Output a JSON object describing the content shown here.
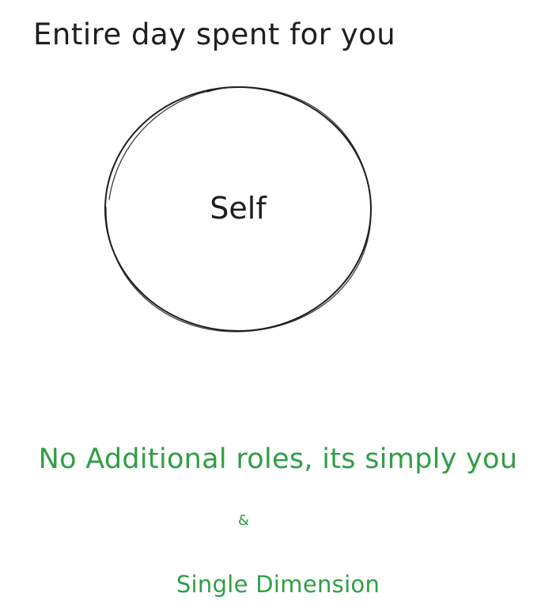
{
  "title": "Entire day spent for you",
  "circle": {
    "label": "Self",
    "stroke_color": "#1e1e1e"
  },
  "notes": {
    "main": "No Additional roles, its simply you",
    "separator": "&",
    "sub": "Single Dimension",
    "color": "#2f9e44"
  }
}
